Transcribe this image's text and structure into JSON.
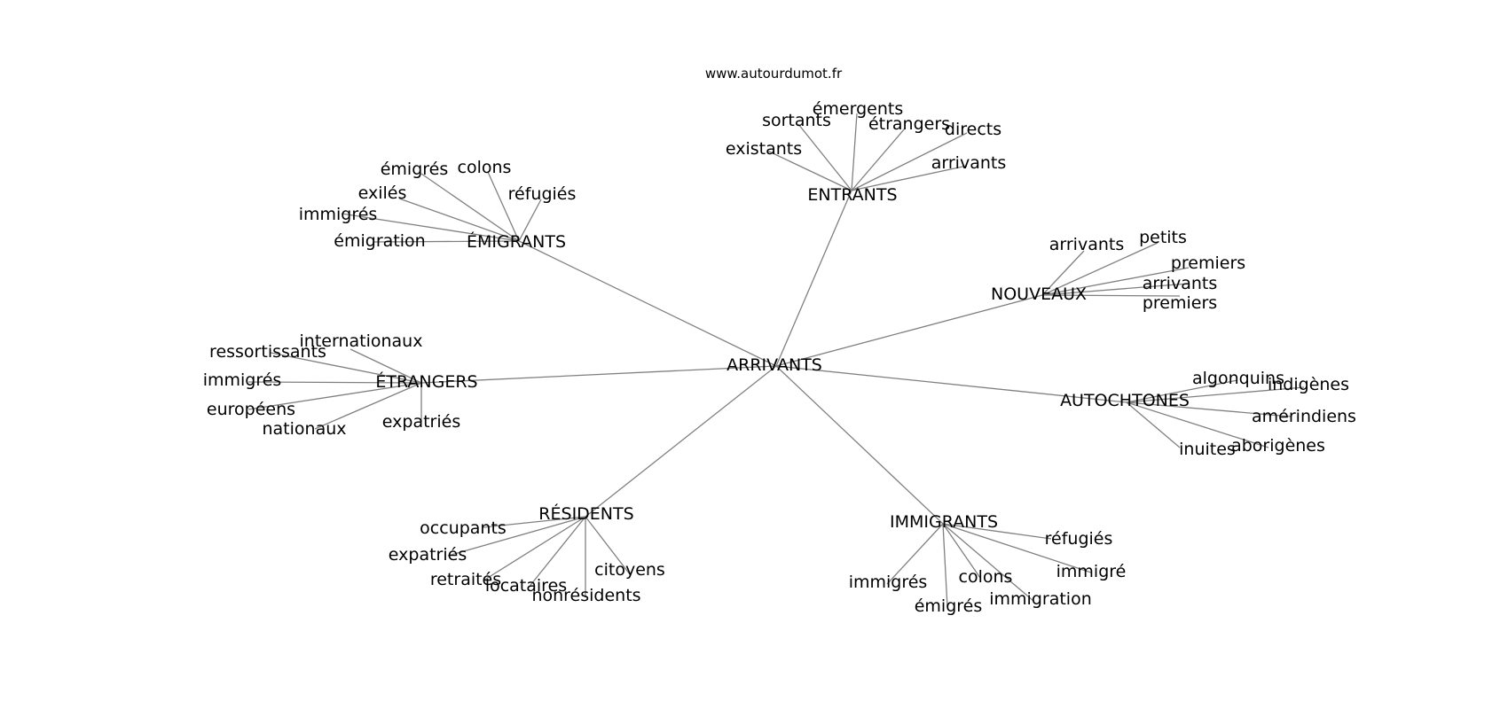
{
  "source": "www.autourdumot.fr",
  "center": "ARRIVANTS",
  "clusters": [
    {
      "name": "ÉMIGRANTS",
      "words": [
        "émigrés",
        "colons",
        "exilés",
        "réfugiés",
        "immigrés",
        "émigration"
      ]
    },
    {
      "name": "ENTRANTS",
      "words": [
        "émergents",
        "sortants",
        "étrangers",
        "directs",
        "existants",
        "arrivants"
      ]
    },
    {
      "name": "NOUVEAUX",
      "words": [
        "arrivants",
        "petits",
        "premiers",
        "arrivants",
        "premiers"
      ]
    },
    {
      "name": "ÉTRANGERS",
      "words": [
        "internationaux",
        "ressortissants",
        "immigrés",
        "européens",
        "nationaux",
        "expatriés"
      ]
    },
    {
      "name": "AUTOCHTONES",
      "words": [
        "algonquins",
        "indigènes",
        "amérindiens",
        "aborigènes",
        "inuites"
      ]
    },
    {
      "name": "RÉSIDENTS",
      "words": [
        "occupants",
        "expatriés",
        "retraités",
        "locataires",
        "nonrésidents",
        "citoyens"
      ]
    },
    {
      "name": "IMMIGRANTS",
      "words": [
        "réfugiés",
        "immigré",
        "colons",
        "immigration",
        "immigrés",
        "émigrés"
      ]
    }
  ]
}
